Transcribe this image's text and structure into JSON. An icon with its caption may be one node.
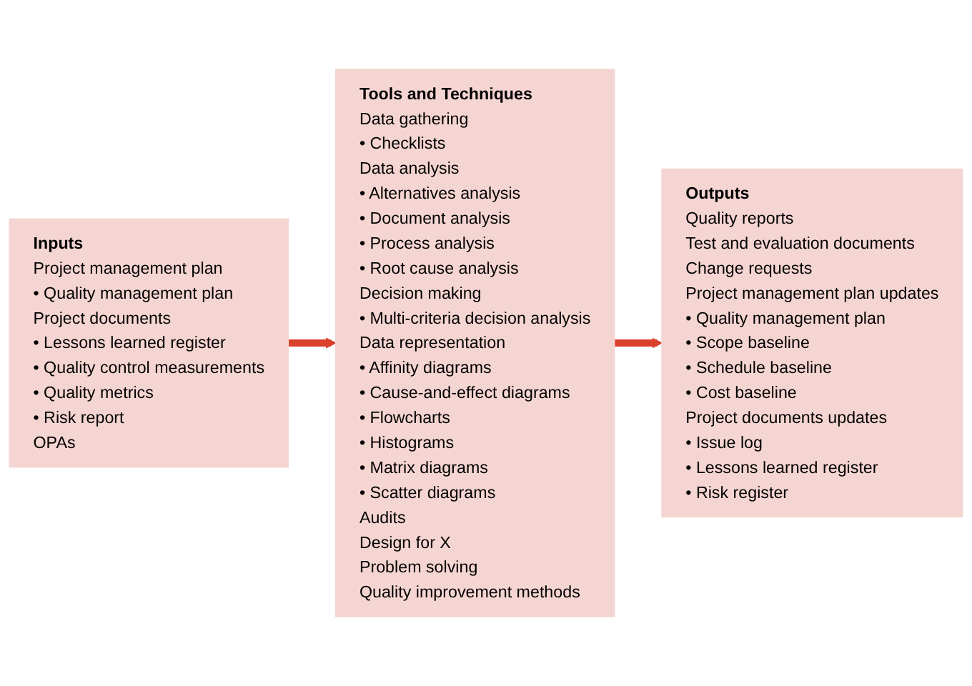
{
  "diagram": {
    "nodes": [
      {
        "text": [
          "Inputs",
          "Project management plan",
          "• Quality management plan",
          "Project documents",
          "• Lessons learned register",
          "• Quality control measurements",
          "• Quality metrics",
          "• Risk report",
          "OPAs"
        ]
      },
      {
        "text": [
          "Tools and Techniques",
          "Data gathering",
          "• Checklists",
          "Data analysis",
          "• Alternatives analysis",
          "• Document analysis",
          "• Process analysis",
          "• Root cause analysis",
          "Decision making",
          "• Multi-criteria decision analysis",
          "Data representation",
          "• Affinity diagrams",
          "• Cause-and-effect diagrams",
          "• Flowcharts",
          "• Histograms",
          "• Matrix diagrams",
          "• Scatter diagrams",
          "Audits",
          "Design for X",
          "Problem solving",
          "Quality improvement methods"
        ]
      },
      {
        "text": [
          "Outputs",
          "Quality reports",
          "Test and evaluation documents",
          "Change requests",
          "Project management plan updates",
          "• Quality management plan",
          "• Scope baseline",
          "• Schedule baseline",
          "• Cost baseline",
          "Project documents updates",
          "• Issue log",
          "• Lessons learned register",
          "• Risk register"
        ]
      }
    ],
    "edges": [
      {
        "from": 0,
        "to": 1,
        "arrow": "to",
        "color": "#d9412b"
      },
      {
        "from": 1,
        "to": 2,
        "arrow": "to",
        "color": "#d9412b"
      }
    ]
  }
}
